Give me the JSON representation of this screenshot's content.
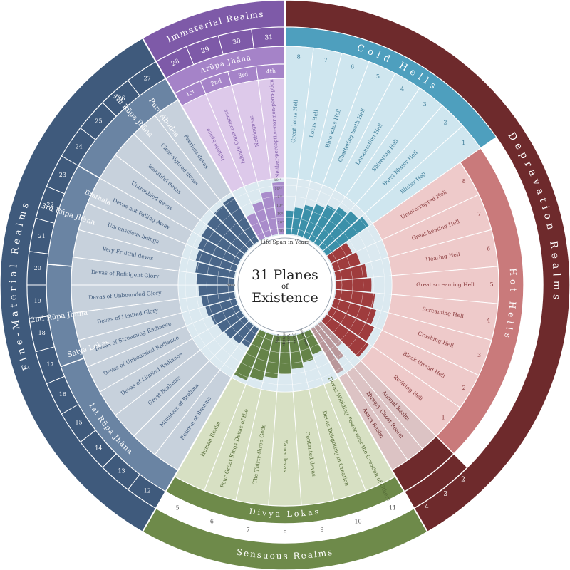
{
  "title": {
    "line1": "31 Planes",
    "line2": "of",
    "line3": "Existence"
  },
  "lifespan_label": "Life Span in Years",
  "scale_ticks": [
    "10",
    "10³",
    "10⁶",
    "10⁹",
    "10¹²",
    "10¹⁵",
    "10¹⁸"
  ],
  "colors": {
    "immaterial_dark": "#7e5aa8",
    "immaterial_light": "#a583c8",
    "immaterial_pale": "#ddc9ea",
    "cold_dark": "#4e9fbe",
    "cold_pale": "#cfe6ef",
    "hot_dark": "#b8565a",
    "hot_light": "#c97a7b",
    "hot_pale": "#eecaca",
    "deprav_dark": "#6e2a2c",
    "deprav_pale": "#dcc3c4",
    "sensuous_dark": "#6e8a4a",
    "sensuous_pale": "#d7e0c3",
    "finemat_dark": "#3f5a7c",
    "finemat_mid": "#6a84a3",
    "finemat_pale": "#c7d1dc"
  },
  "outer_labels": {
    "immaterial": "Immaterial Realms",
    "depravation": "Depravation Realms",
    "sensuous": "Sensuous Realms",
    "fine_material": "Fine-Material Realms"
  },
  "group_labels": {
    "arupa": "Arūpa Jhāna",
    "cold": "Cold Hells",
    "hot": "Hot Hells",
    "divya": "Divya Lokas",
    "pure_abodes": "Pure Abodes",
    "jhana4": "4th Rūpa Jhāna",
    "brathala": "Brathala",
    "jhana3": "3rd Rūpa Jhāna",
    "satya": "Satya Lokas",
    "jhana2": "2nd Rūpa Jhāna",
    "jhana1": "1st Rūpa Jhāna"
  },
  "arupa_levels": [
    "1st",
    "2nd",
    "3rd",
    "4th"
  ],
  "immaterial_realms": [
    {
      "num": "28",
      "name": "Infinite Space"
    },
    {
      "num": "29",
      "name": "Infinite Consciousness"
    },
    {
      "num": "30",
      "name": "Nothingness"
    },
    {
      "num": "31",
      "name": "Neither-perception-nor-non-perception"
    }
  ],
  "cold_hells": [
    {
      "num": "8",
      "name": "Great lotus Hell"
    },
    {
      "num": "7",
      "name": "Lotus Hell"
    },
    {
      "num": "6",
      "name": "Blue lotus Hell"
    },
    {
      "num": "5",
      "name": "Chattering teeth Hell"
    },
    {
      "num": "4",
      "name": "Lamentation Hell"
    },
    {
      "num": "3",
      "name": "Shivering Hell"
    },
    {
      "num": "2",
      "name": "Burst blister Hell"
    },
    {
      "num": "1",
      "name": "Blister Hell"
    }
  ],
  "hot_hells": [
    {
      "num": "8",
      "name": "Uninterrupted Hell"
    },
    {
      "num": "7",
      "name": "Great heating Hell"
    },
    {
      "num": "6",
      "name": "Heating Hell"
    },
    {
      "num": "5",
      "name": "Great screaming Hell"
    },
    {
      "num": "4",
      "name": "Screaming Hell"
    },
    {
      "num": "3",
      "name": "Crushing Hell"
    },
    {
      "num": "2",
      "name": "Black thread Hell"
    },
    {
      "num": "1",
      "name": "Reviving Hell"
    }
  ],
  "depravation_realms": [
    {
      "num": "2",
      "name": "Animal Realm"
    },
    {
      "num": "3",
      "name": "Hungry Ghost Realm"
    },
    {
      "num": "4",
      "name": "Asura Realm"
    }
  ],
  "sensuous_realms": [
    {
      "num": "5",
      "name": "Human Realm"
    },
    {
      "num": "6",
      "name": "Four Great Kings Devas of the"
    },
    {
      "num": "7",
      "name": "The Thirty-three Gods"
    },
    {
      "num": "8",
      "name": "Yama devas"
    },
    {
      "num": "9",
      "name": "Contented devas"
    },
    {
      "num": "10",
      "name": "Devas Delighting in Creation"
    },
    {
      "num": "11",
      "name": "Devas Wielding Power over the Creation of Others"
    }
  ],
  "fine_material_realms": [
    {
      "num": "12",
      "name": "Retinue of Brahma"
    },
    {
      "num": "13",
      "name": "Ministers of Brahma"
    },
    {
      "num": "14",
      "name": "Great Brahmas"
    },
    {
      "num": "15",
      "name": "Devas of Limited Radiance"
    },
    {
      "num": "16",
      "name": "Devas of Unbounded Radiance"
    },
    {
      "num": "17",
      "name": "Devas of Streaming Radiance"
    },
    {
      "num": "18",
      "name": "Devas of Limited Glory"
    },
    {
      "num": "19",
      "name": "Devas of Unbounded Glory"
    },
    {
      "num": "20",
      "name": "Devas of Refulgent Glory"
    },
    {
      "num": "21",
      "name": "Very Fruitful devas"
    },
    {
      "num": "22",
      "name": "Unconscious beings"
    },
    {
      "num": "23",
      "name": "Devas not Falling Away"
    },
    {
      "num": "24",
      "name": "Untroubled devas"
    },
    {
      "num": "25",
      "name": "Beautiful devas"
    },
    {
      "num": "26",
      "name": "Clear-sighted devas"
    },
    {
      "num": "27",
      "name": "Peerless devas"
    }
  ],
  "inner_labels": [
    "Baka",
    "Māra",
    "Metteya",
    "Yama",
    "Sakka",
    "Tusita Gods"
  ]
}
